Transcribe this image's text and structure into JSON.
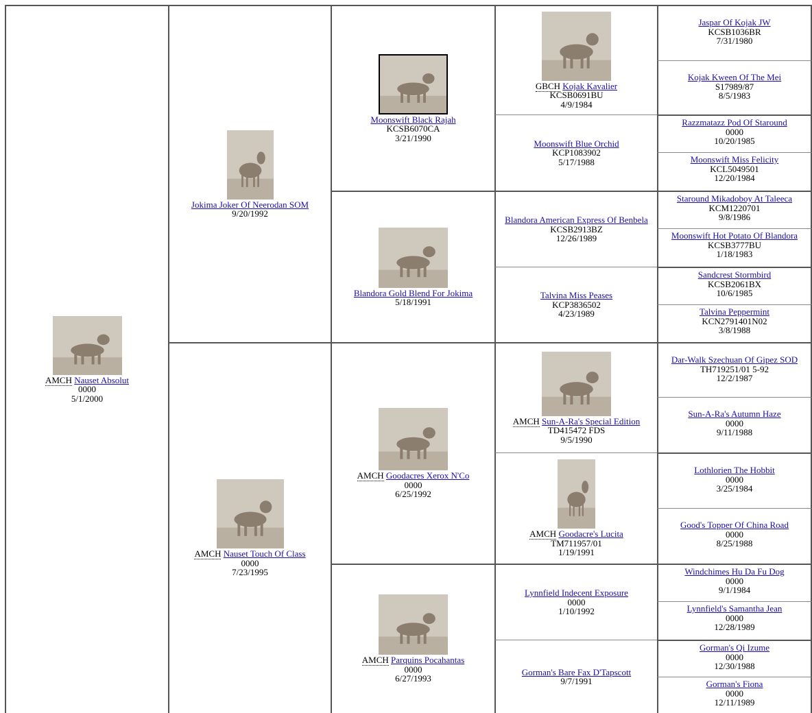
{
  "generation1": {
    "dog": {
      "title": "AMCH",
      "name": "Nauset Absolut",
      "reg": "0000",
      "date": "5/1/2000",
      "photo": "dog-photo"
    }
  },
  "generation2": [
    {
      "title": "",
      "name": "Jokima Joker Of Neerodan SOM",
      "reg": "",
      "date": "9/20/1992",
      "photo": "dog-photo"
    },
    {
      "title": "AMCH",
      "name": "Nauset Touch Of Class",
      "reg": "0000",
      "date": "7/23/1995",
      "photo": "dog-photo"
    }
  ],
  "generation3": [
    {
      "title": "",
      "name": "Moonswift Black Rajah",
      "reg": "KCSB6070CA",
      "date": "3/21/1990",
      "photo": "dog-photo"
    },
    {
      "title": "",
      "name": "Blandora Gold Blend For Jokima",
      "reg": "",
      "date": "5/18/1991",
      "photo": "dog-photo"
    },
    {
      "title": "AMCH",
      "name": "Goodacres Xerox N'Co",
      "reg": "0000",
      "date": "6/25/1992",
      "photo": "dog-photo"
    },
    {
      "title": "AMCH",
      "name": "Parquins Pocahantas",
      "reg": "0000",
      "date": "6/27/1993",
      "photo": "dog-photo"
    }
  ],
  "generation4": [
    {
      "title": "GBCH",
      "name": "Kojak Kavalier",
      "reg": "KCSB0691BU",
      "date": "4/9/1984",
      "photo": "dog-photo"
    },
    {
      "title": "",
      "name": "Moonswift Blue Orchid",
      "reg": "KCP1083902",
      "date": "5/17/1988"
    },
    {
      "title": "",
      "name": "Blandora American Express Of Benbela",
      "reg": "KCSB2913BZ",
      "date": "12/26/1989"
    },
    {
      "title": "",
      "name": "Talvina Miss Peases",
      "reg": "KCP3836502",
      "date": "4/23/1989"
    },
    {
      "title": "AMCH",
      "name": "Sun-A-Ra's Special Edition",
      "reg": "TD415472 FDS",
      "date": "9/5/1990",
      "photo": "dog-photo"
    },
    {
      "title": "AMCH",
      "name": "Goodacre's Lucita",
      "reg": "TM711957/01",
      "date": "1/19/1991",
      "photo": "dog-photo"
    },
    {
      "title": "",
      "name": "Lynnfield Indecent Exposure",
      "reg": "0000",
      "date": "1/10/1992"
    },
    {
      "title": "",
      "name": "Gorman's Bare Fax D'Tapscott",
      "reg": "",
      "date": "9/7/1991"
    }
  ],
  "generation5": [
    {
      "name": "Jaspar Of Kojak JW",
      "reg": "KCSB1036BR",
      "date": "7/31/1980"
    },
    {
      "name": "Kojak Kween Of The Mei",
      "reg": "S17989/87",
      "date": "8/5/1983"
    },
    {
      "name": "Razzmatazz Pod Of Staround",
      "reg": "0000",
      "date": "10/20/1985"
    },
    {
      "name": "Moonswift Miss Felicity",
      "reg": "KCL5049501",
      "date": "12/20/1984"
    },
    {
      "name": "Staround Mikadoboy At Taleeca",
      "reg": "KCM1220701",
      "date": "9/8/1986"
    },
    {
      "name": "Moonswift Hot Potato Of Blandora",
      "reg": "KCSB3777BU",
      "date": "1/18/1983"
    },
    {
      "name": "Sandcrest Stormbird",
      "reg": "KCSB2061BX",
      "date": "10/6/1985"
    },
    {
      "name": "Talvina Peppermint",
      "reg": "KCN2791401N02",
      "date": "3/8/1988"
    },
    {
      "name": "Dar-Walk Szechuan Of Gipez SOD",
      "reg": "TH719251/01 5-92",
      "date": "12/2/1987"
    },
    {
      "name": "Sun-A-Ra's Autumn Haze",
      "reg": "0000",
      "date": "9/11/1988"
    },
    {
      "name": "Lothlorien The Hobbit",
      "reg": "0000",
      "date": "3/25/1984"
    },
    {
      "name": "Good's Topper Of China Road",
      "reg": "0000",
      "date": "8/25/1988"
    },
    {
      "name": "Windchimes Hu Da Fu Dog",
      "reg": "0000",
      "date": "9/1/1984"
    },
    {
      "name": "Lynnfield's Samantha Jean",
      "reg": "0000",
      "date": "12/28/1989"
    },
    {
      "name": "Gorman's Qi Izume",
      "reg": "0000",
      "date": "12/30/1988"
    },
    {
      "name": "Gorman's Fiona",
      "reg": "0000",
      "date": "12/11/1989"
    }
  ],
  "colors": {
    "link": "#1a0dab",
    "border": "#555555"
  }
}
